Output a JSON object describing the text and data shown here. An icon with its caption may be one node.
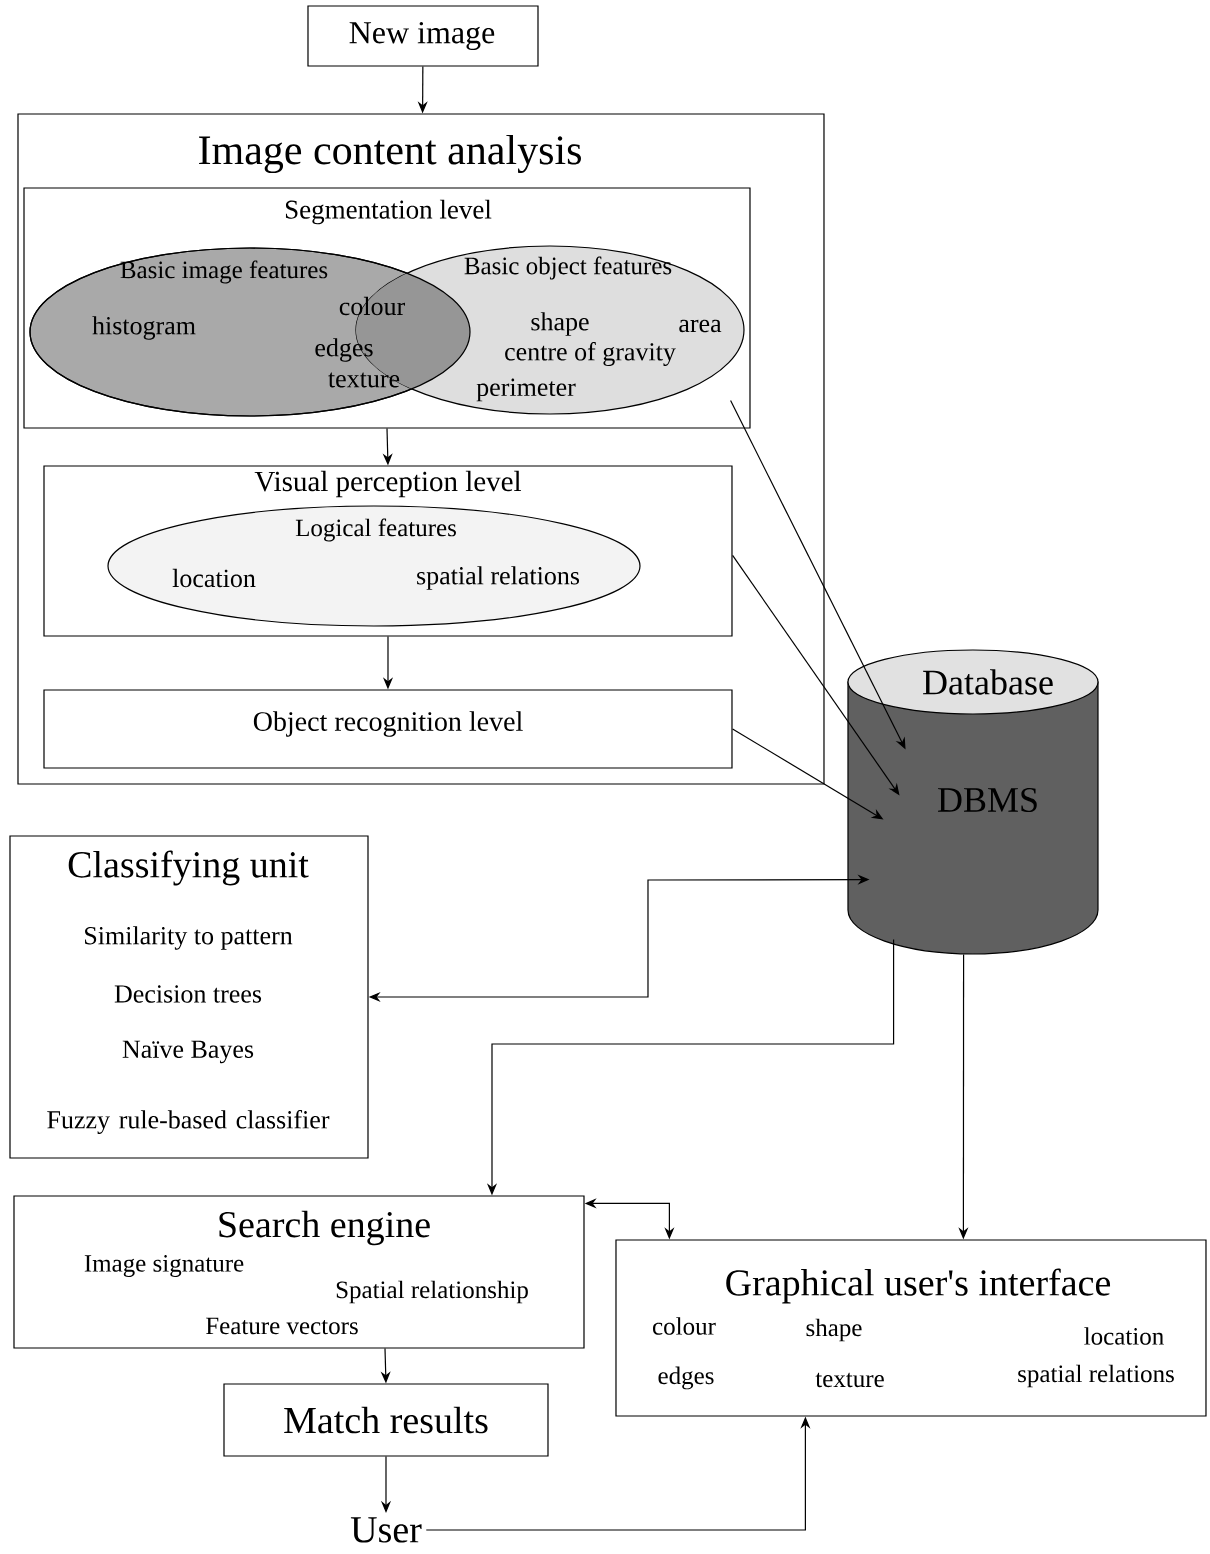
{
  "diagram": {
    "nodes": [
      {
        "text": [
          "New image"
        ]
      },
      {
        "text": [
          "Image content analysis"
        ]
      },
      {
        "text": [
          "Segmentation level"
        ],
        "in": 1
      },
      {
        "text": [
          "Basic image features",
          "histogram"
        ],
        "in": 2
      },
      {
        "text": [
          "Basic object features",
          "shape",
          "area",
          "centre of gravity",
          "perimeter"
        ],
        "in": 2
      },
      {
        "text": [
          "Visual perception level"
        ],
        "in": 1
      },
      {
        "text": [
          "Logical features",
          "location",
          "spatial relations"
        ],
        "in": 5
      },
      {
        "text": [
          "Object recognition level"
        ],
        "in": 1
      },
      {
        "text": [
          "Database",
          "DBMS"
        ]
      },
      {
        "text": [
          "Classifying unit",
          "Similarity to pattern",
          "Decision trees",
          "Naïve Bayes",
          "Fuzzy rule-based classifier"
        ]
      },
      {
        "text": [
          "Search engine",
          "Image signature",
          "Spatial relationship",
          "Feature vectors"
        ]
      },
      {
        "text": [
          "Graphical user's interface",
          "colour",
          "shape",
          "location",
          "edges",
          "texture",
          "spatial relations"
        ]
      },
      {
        "text": [
          "Match results"
        ]
      },
      {
        "text": [
          "User"
        ]
      }
    ],
    "edges": [
      {
        "from": 0,
        "to": 1,
        "arrow": "to"
      },
      {
        "from": 2,
        "to": 5,
        "arrow": "to"
      },
      {
        "from": 5,
        "to": 7,
        "arrow": "to"
      },
      {
        "from": 2,
        "to": 8,
        "arrow": "to"
      },
      {
        "from": 5,
        "to": 8,
        "arrow": "to"
      },
      {
        "from": 7,
        "to": 8,
        "arrow": "to"
      },
      {
        "from": 8,
        "to": 9,
        "arrow": "both"
      },
      {
        "from": 8,
        "to": 10,
        "arrow": "to"
      },
      {
        "from": 10,
        "to": 11,
        "arrow": "both"
      },
      {
        "from": 8,
        "to": 11,
        "arrow": "to"
      },
      {
        "from": 10,
        "to": 12,
        "arrow": "to"
      },
      {
        "from": 12,
        "to": 13,
        "arrow": "to"
      },
      {
        "from": 13,
        "to": 11,
        "arrow": "to"
      }
    ],
    "labels": [
      "colour",
      "edges",
      "texture"
    ]
  }
}
